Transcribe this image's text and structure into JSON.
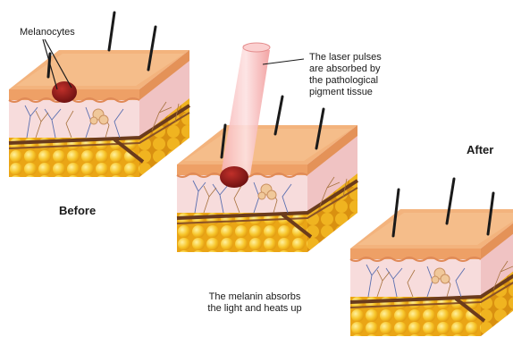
{
  "labels": {
    "melanocytes": "Melanocytes",
    "laser_line1": "The laser pulses",
    "laser_line2": "are absorbed by",
    "laser_line3": "the pathological",
    "laser_line4": "pigment tissue",
    "before": "Before",
    "after": "After",
    "absorb_line1": "The melanin absorbs",
    "absorb_line2": "the light and heats up"
  },
  "colors": {
    "epidermis": "#f2b07a",
    "dermis": "#f6d6d8",
    "fat": "#f5c326",
    "melanin": "#8b1a1a",
    "laser": "#f4a6a6",
    "hair": "#1a1a1a"
  }
}
